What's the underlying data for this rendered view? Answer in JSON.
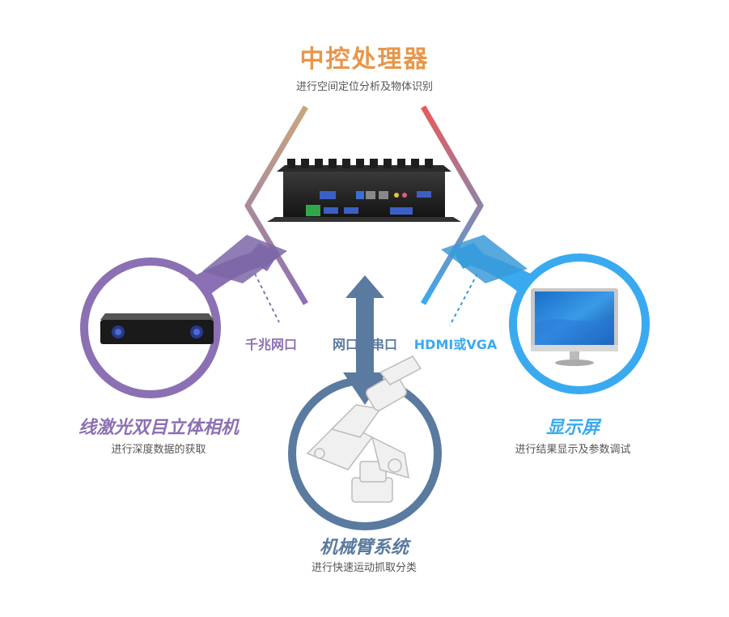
{
  "processor": {
    "title": "中控处理器",
    "subtitle": "进行空间定位分析及物体识别",
    "color": "#e8964a"
  },
  "camera": {
    "title": "线激光双目立体相机",
    "subtitle": "进行深度数据的获取",
    "color": "#8c70b4"
  },
  "arm": {
    "title": "机械臂系统",
    "subtitle": "进行快速运动抓取分类",
    "color": "#5a7aa0"
  },
  "display": {
    "title": "显示屏",
    "subtitle": "进行结果显示及参数调试",
    "color": "#3aaaf0"
  },
  "connections": {
    "camera_link": "千兆网口",
    "arm_link": "网口或串口",
    "display_link": "HDMI或VGA"
  },
  "colors": {
    "purple": "#8c70b4",
    "slate": "#5a7aa0",
    "blue": "#3aaaf0",
    "orange": "#e8964a",
    "red": "#e85a5a",
    "hex_left": "#b79a7f"
  },
  "icons": [
    "industrial-pc-icon",
    "stereo-camera-icon",
    "robot-arm-icon",
    "monitor-icon"
  ]
}
